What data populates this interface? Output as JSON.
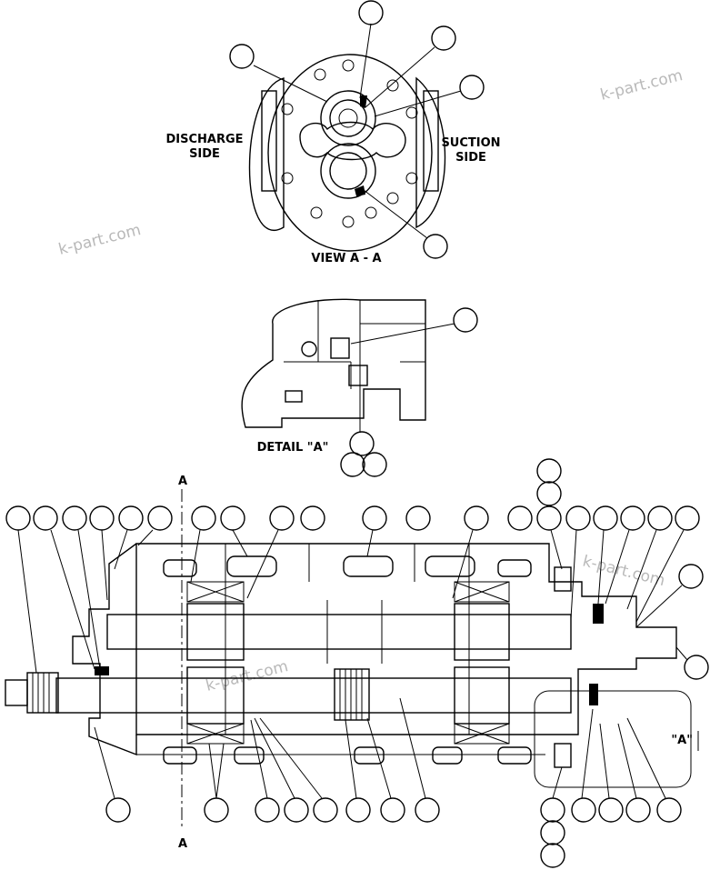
{
  "labels": {
    "discharge_line1": "DISCHARGE",
    "discharge_line2": "SIDE",
    "suction_line1": "SUCTION",
    "suction_line2": "SIDE",
    "view": "VIEW A - A",
    "detail": "DETAIL \"A\"",
    "section_top": "A",
    "section_bottom": "A",
    "detail_marker": "\"A\""
  },
  "watermark": "k-part.com"
}
